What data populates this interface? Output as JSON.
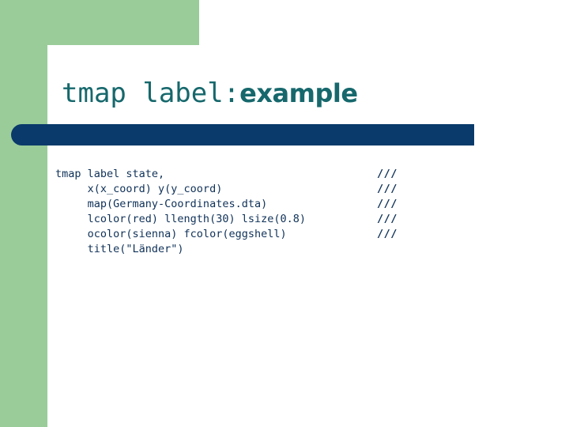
{
  "slide": {
    "title": {
      "mono_part": "tmap label:",
      "sans_part": "example"
    },
    "code": {
      "continuation_marker": "///",
      "lines": [
        {
          "text": "tmap label state,",
          "marker": "///"
        },
        {
          "text": "     x(x_coord) y(y_coord)",
          "marker": "///"
        },
        {
          "text": "     map(Germany-Coordinates.dta)",
          "marker": "///"
        },
        {
          "text": "     lcolor(red) llength(30) lsize(0.8)",
          "marker": "///"
        },
        {
          "text": "     ocolor(sienna) fcolor(eggshell)",
          "marker": "///"
        },
        {
          "text": "     title(\"Länder\")",
          "marker": ""
        }
      ]
    },
    "colors": {
      "green": "#99CC99",
      "navy": "#0A3A6B",
      "teal": "#16686C",
      "code_text": "#0F3158",
      "background": "#FFFFFF"
    }
  }
}
